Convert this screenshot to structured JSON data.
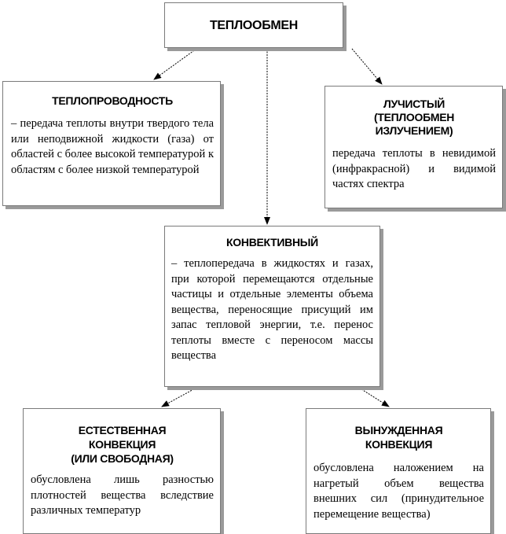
{
  "main": {
    "title": "ТЕПЛООБМЕН"
  },
  "conduction": {
    "title": "ТЕПЛОПРОВОДНОСТЬ",
    "text": "– передача теплоты внутри твердого тела или неподвижной жидкости (газа) от областей с более высокой температурой к областям с более низкой температурой"
  },
  "radiation": {
    "title_lines": [
      "ЛУЧИСТЫЙ",
      "(ТЕПЛООБМЕН",
      "ИЗЛУЧЕНИЕМ)"
    ],
    "text": "передача теплоты в невидимой (инфракрасной) и видимой частях спектра"
  },
  "convection": {
    "title": "КОНВЕКТИВНЫЙ",
    "text": "– теплопередача в жидкостях и газах, при которой перемещаются отдельные частицы и отдельные элементы объема вещества, переносящие присущий им запас тепловой энергии, т.е. перенос теплоты вместе с переносом массы вещества"
  },
  "natural": {
    "title_lines": [
      "ЕСТЕСТВЕННАЯ",
      "КОНВЕКЦИЯ",
      "(ИЛИ СВОБОДНАЯ)"
    ],
    "text": "обусловлена лишь разностью плотностей вещества вследствие различных температур"
  },
  "forced": {
    "title_lines": [
      "ВЫНУЖДЕННАЯ",
      "КОНВЕКЦИЯ"
    ],
    "text": "обусловлена наложением на нагретый объем вещества внешних сил (принудительное перемещение вещества)"
  }
}
